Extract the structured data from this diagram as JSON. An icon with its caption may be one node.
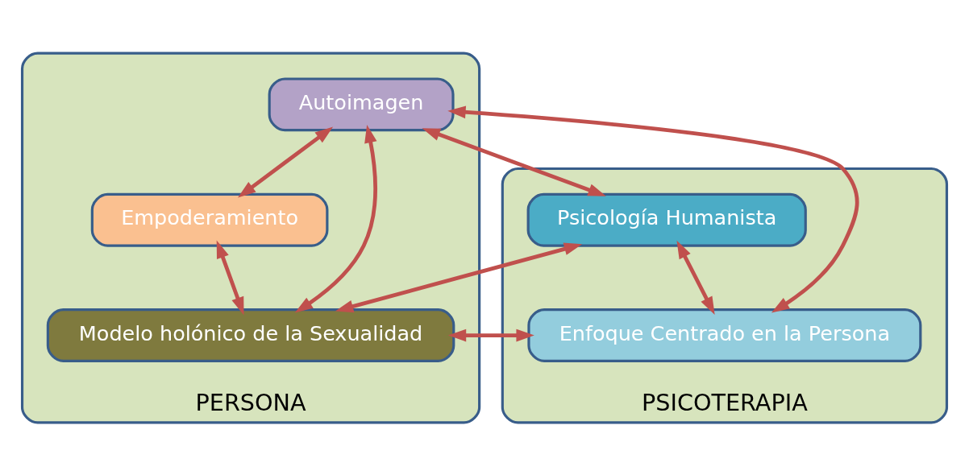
{
  "diagram": {
    "nodes": [
      {
        "text": [
          "PERSONA"
        ]
      },
      {
        "text": [
          "Autoimagen"
        ],
        "in": 0
      },
      {
        "text": [
          "Empoderamiento"
        ],
        "in": 0
      },
      {
        "text": [
          "Modelo holónico de la Sexualidad"
        ],
        "in": 0
      },
      {
        "text": [
          "PSICOTERAPIA"
        ]
      },
      {
        "text": [
          "Psicología Humanista"
        ],
        "in": 4
      },
      {
        "text": [
          "Enfoque Centrado en la Persona"
        ],
        "in": 4
      }
    ],
    "edges": [
      {
        "from": 1,
        "to": 2,
        "arrow": "both"
      },
      {
        "from": 2,
        "to": 3,
        "arrow": "both"
      },
      {
        "from": 1,
        "to": 3,
        "arrow": "both"
      },
      {
        "from": 1,
        "to": 5,
        "arrow": "both"
      },
      {
        "from": 1,
        "to": 6,
        "arrow": "both"
      },
      {
        "from": 5,
        "to": 3,
        "arrow": "both"
      },
      {
        "from": 6,
        "to": 3,
        "arrow": "both"
      },
      {
        "from": 5,
        "to": 6,
        "arrow": "both"
      }
    ]
  }
}
